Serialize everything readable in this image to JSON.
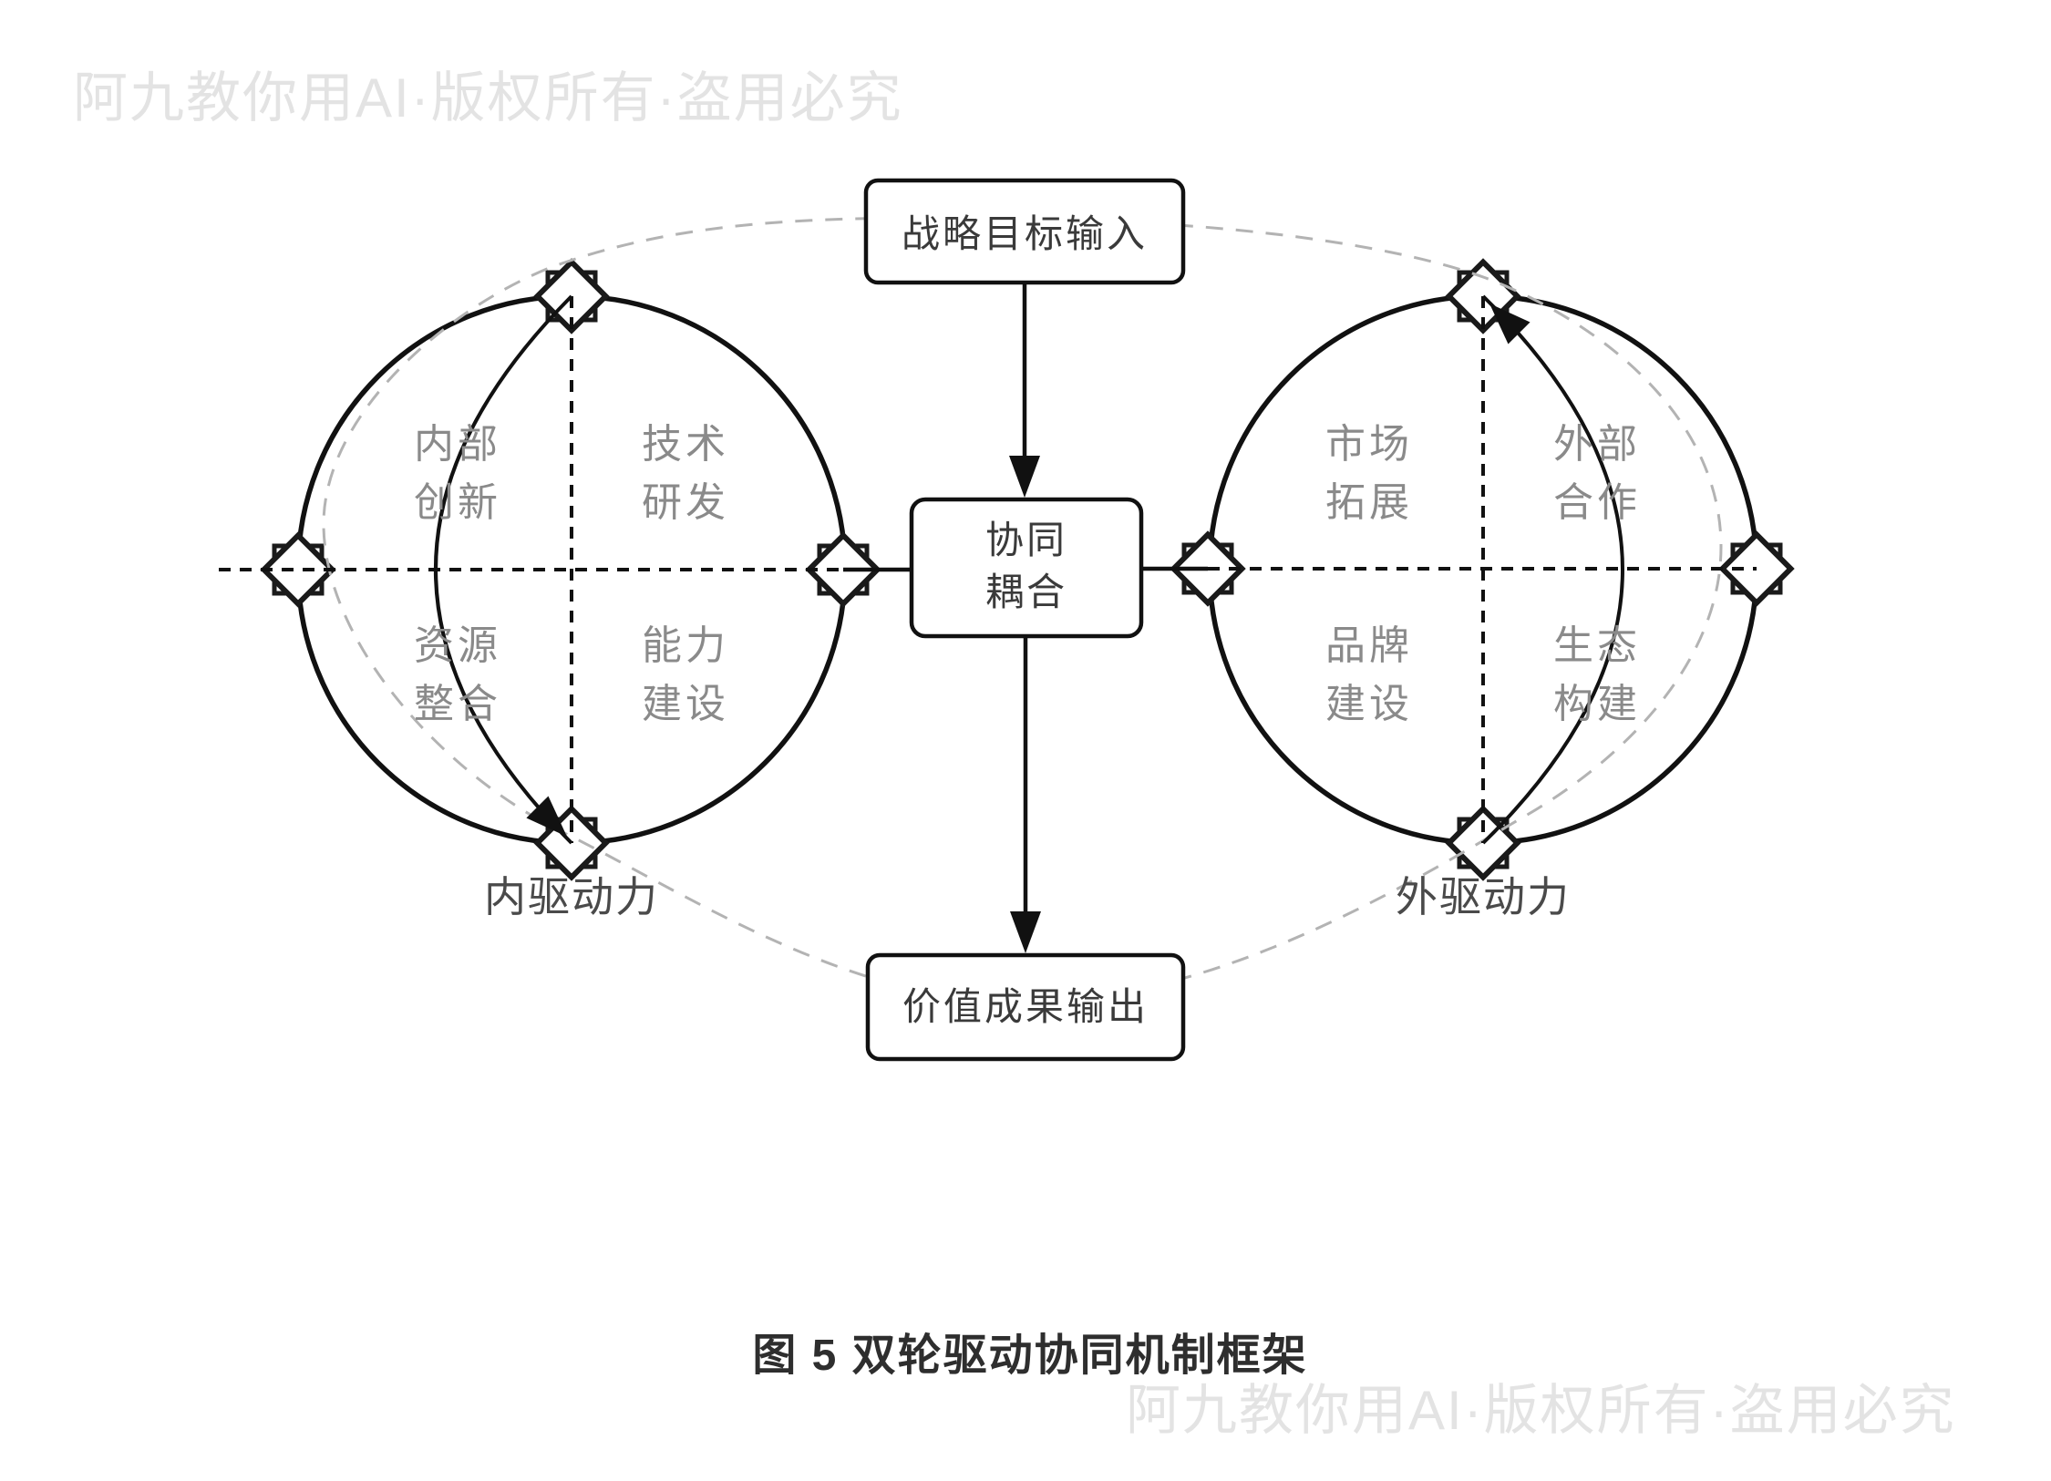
{
  "watermark": {
    "top": "阿九教你用AI·版权所有·盗用必究",
    "bottom": "阿九教你用AI·版权所有·盗用必究"
  },
  "boxes": {
    "strategy_input": "战略目标输入",
    "coupling_line1": "协同",
    "coupling_line2": "耦合",
    "value_output": "价值成果输出"
  },
  "left_wheel": {
    "label": "内驱动力",
    "quadrants": [
      {
        "l1": "内部",
        "l2": "创新"
      },
      {
        "l1": "技术",
        "l2": "研发"
      },
      {
        "l1": "资源",
        "l2": "整合"
      },
      {
        "l1": "能力",
        "l2": "建设"
      }
    ]
  },
  "right_wheel": {
    "label": "外驱动力",
    "quadrants": [
      {
        "l1": "市场",
        "l2": "拓展"
      },
      {
        "l1": "外部",
        "l2": "合作"
      },
      {
        "l1": "品牌",
        "l2": "建设"
      },
      {
        "l1": "生态",
        "l2": "构建"
      }
    ]
  },
  "caption": "图 5 双轮驱动协同机制框架",
  "colors": {
    "line": "#111111",
    "quadrant_text": "#8a8a8a",
    "wheel_label_text": "#4a4a4a",
    "box_text": "#3a3a3a",
    "watermark": "#e3e3e3",
    "feedback_loop_dash": "#b3b3b3"
  }
}
